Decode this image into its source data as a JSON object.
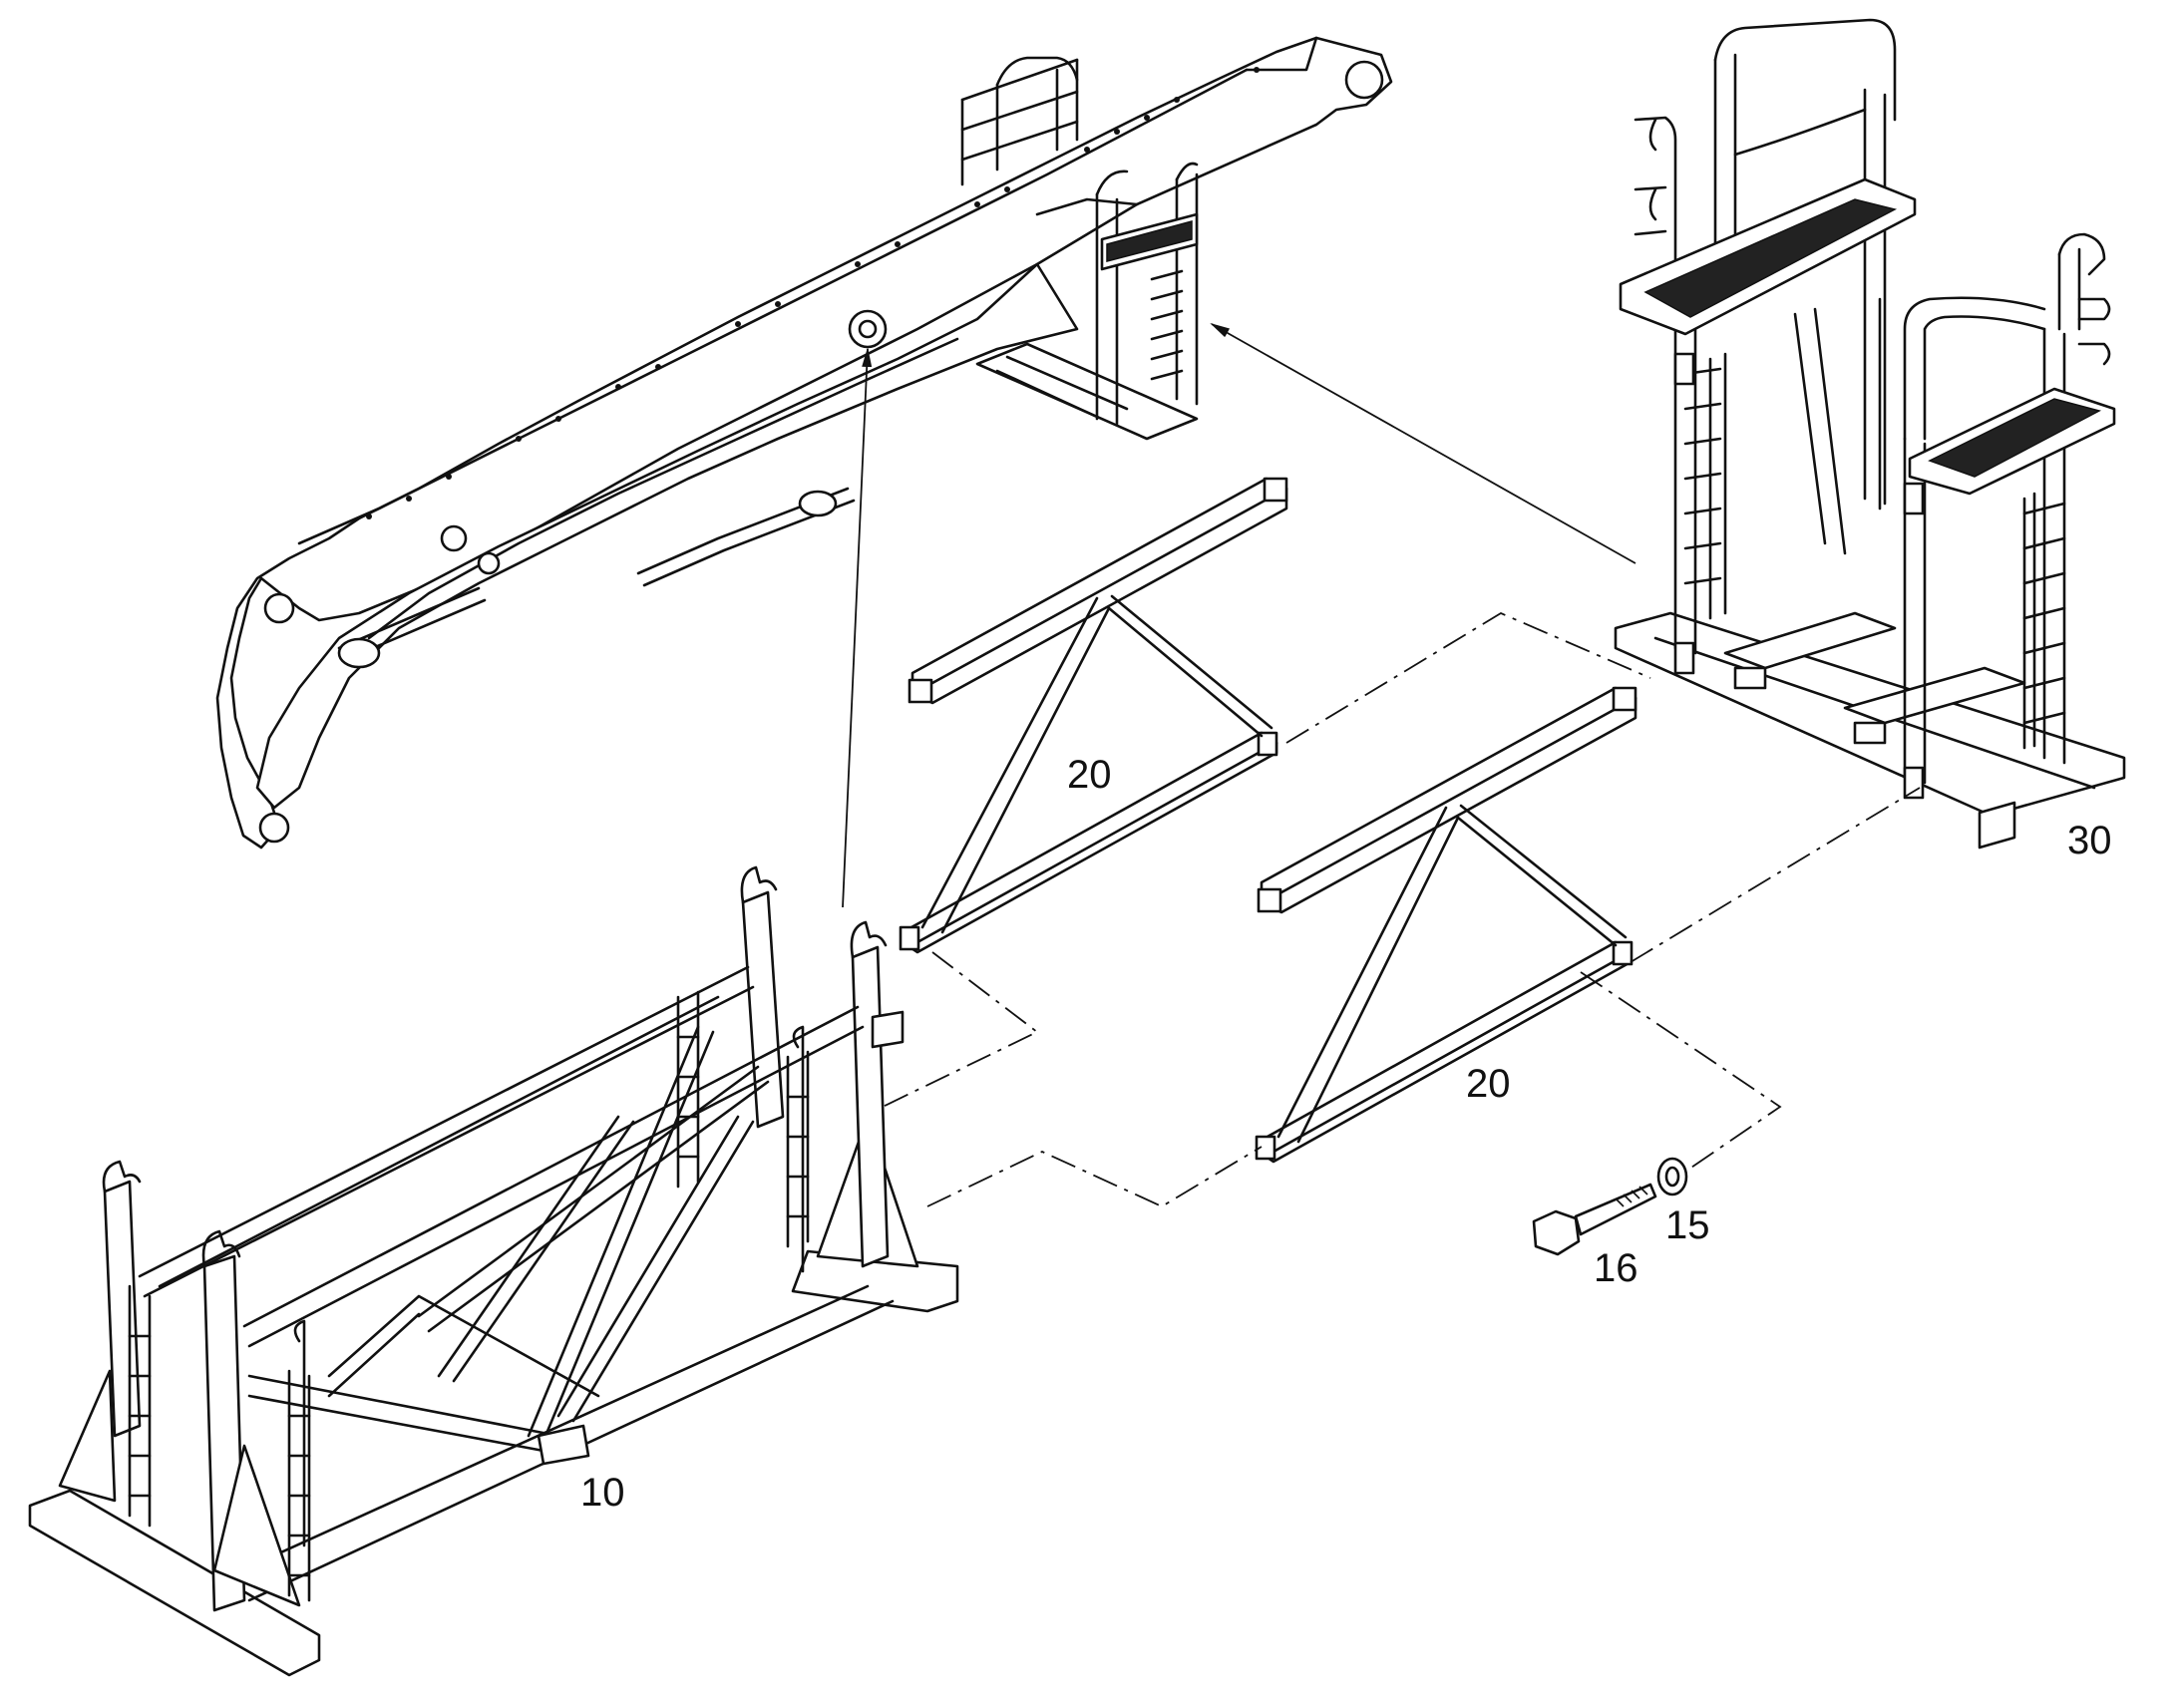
{
  "callouts": {
    "frame_stand": "10",
    "cross_member_upper": "20",
    "cross_member_lower": "20",
    "platform_stand": "30",
    "washer": "15",
    "bolt": "16"
  },
  "colors": {
    "line": "#111111",
    "background": "#ffffff",
    "grating": "#222222"
  },
  "icons": {
    "arrow": "arrowhead"
  }
}
